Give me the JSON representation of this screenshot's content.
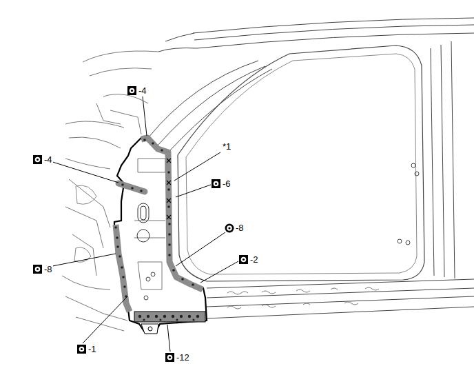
{
  "diagram": {
    "labels": [
      "-4",
      "-4",
      "*1",
      "-6",
      "-8",
      "-2",
      "-8",
      "-1",
      "-12"
    ]
  }
}
